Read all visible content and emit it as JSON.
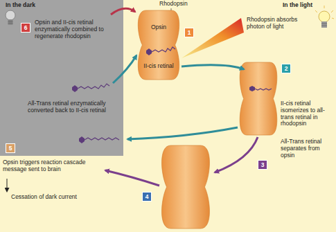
{
  "diagram": {
    "nodes": [
      {
        "text": [
          "Opsin",
          "II-cis retinal"
        ]
      }
    ],
    "labels": [
      "In the dark",
      "In the light",
      "Rhodopsin",
      "1",
      "Rhodopsin absorbs photon of light",
      "2",
      "II-cis retinal isomerizes to all-trans retinal in rhodopsin",
      "3",
      "All-Trans retinal separates from opsin",
      "4",
      "Opsin triggers reaction cascade message sent to brain",
      "Cessation of dark current",
      "5",
      "All-Trans retinal enzymatically converted back to II-cis retinal",
      "6",
      "Opsin and II-cis retinal enzymatically combined to regenerate rhodopsin"
    ]
  }
}
